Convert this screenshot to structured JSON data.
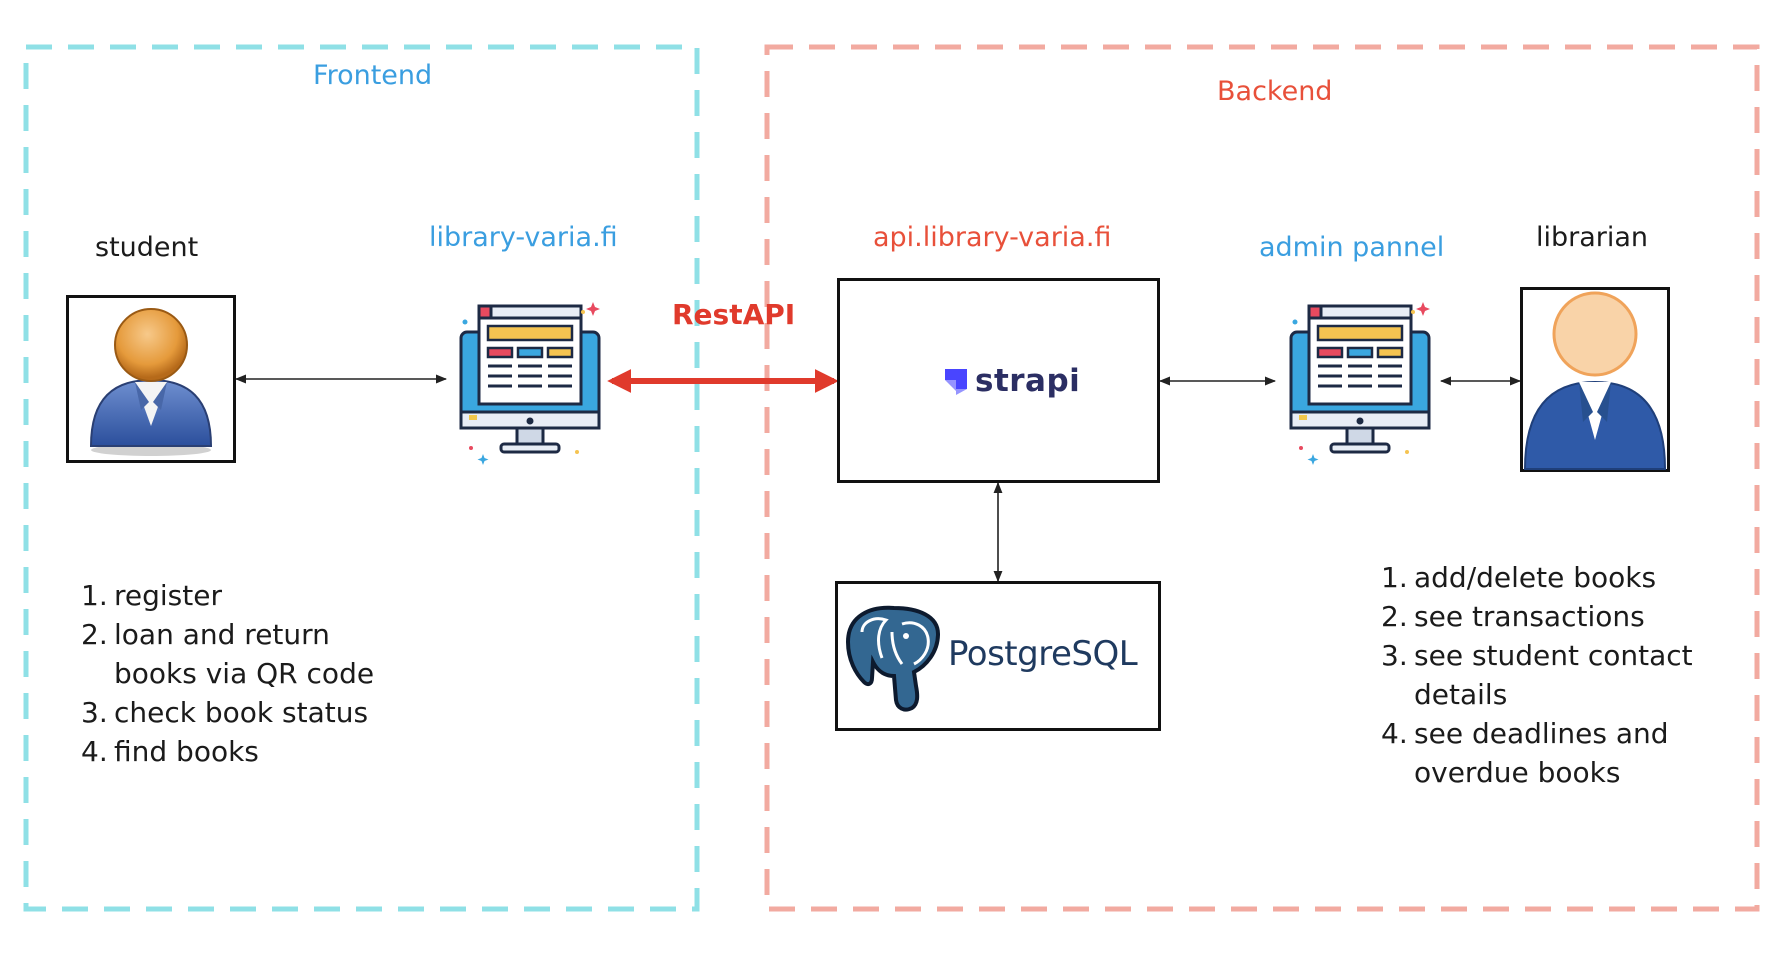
{
  "frontend": {
    "title": "Frontend",
    "student_label": "student",
    "site_label": "library-varia.fi",
    "student_tasks": [
      "register",
      "loan and return books via QR code",
      "check book status",
      "find books"
    ]
  },
  "connection": {
    "label": "RestAPI"
  },
  "backend": {
    "title": "Backend",
    "api_label": "api.library-varia.fi",
    "strapi_logo_text": "strapi",
    "postgres_logo_text": "PostgreSQL",
    "admin_label": "admin pannel",
    "librarian_label": "librarian",
    "librarian_tasks": [
      "add/delete books",
      "see transactions",
      "see student contact details",
      "see deadlines and overdue books"
    ]
  },
  "colors": {
    "frontend_border": "#8fe0e6",
    "backend_border": "#f2aaa0",
    "frontend_text": "#3a9ee0",
    "backend_text": "#e8503a",
    "restapi": "#e03a2c"
  }
}
